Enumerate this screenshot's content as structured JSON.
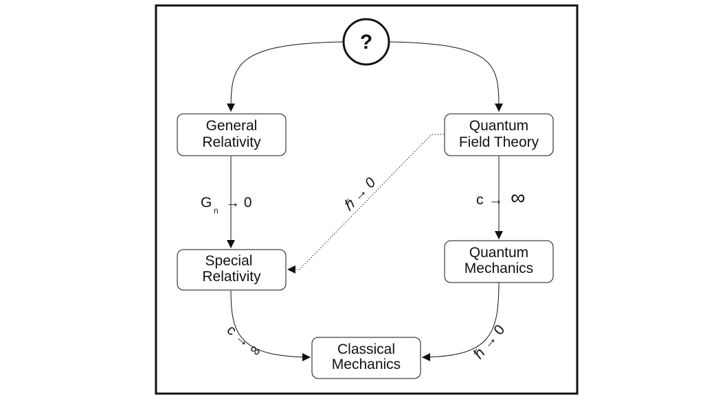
{
  "diagram": {
    "root": {
      "label": "?"
    },
    "nodes": {
      "general_relativity": {
        "line1": "General",
        "line2": "Relativity"
      },
      "quantum_field_theory": {
        "line1": "Quantum",
        "line2": "Field Theory"
      },
      "special_relativity": {
        "line1": "Special",
        "line2": "Relativity"
      },
      "quantum_mechanics": {
        "line1": "Quantum",
        "line2": "Mechanics"
      },
      "classical_mechanics": {
        "line1": "Classical",
        "line2": "Mechanics"
      }
    },
    "edges": {
      "gr_to_sr": {
        "symbol": "G",
        "subscript": "n",
        "limit": "→ 0"
      },
      "qft_to_qm": {
        "symbol": "c",
        "arrow": "→",
        "limit": "∞"
      },
      "qft_to_sr": {
        "label": "ℏ → 0"
      },
      "sr_to_cm": {
        "label": "c → ∞"
      },
      "qm_to_cm": {
        "label": "ℏ → 0"
      }
    },
    "colors": {
      "stroke": "#111111",
      "dotted_label": "#3b5560",
      "background": "#ffffff"
    }
  }
}
